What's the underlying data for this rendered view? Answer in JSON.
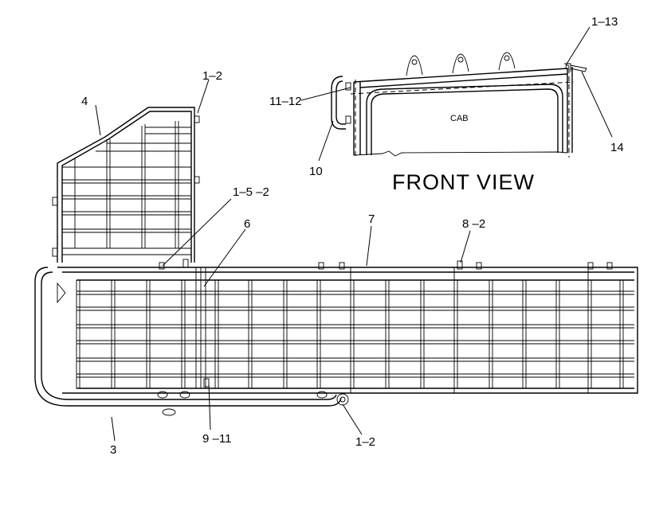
{
  "view_title": "FRONT VIEW",
  "cab_label": "CAB",
  "callouts": {
    "c_1_13": "1–13",
    "c_11_12": "11–12",
    "c_10": "10",
    "c_14": "14",
    "c_1_2_top": "1–2",
    "c_4": "4",
    "c_1_5_2": "1–5 –2",
    "c_6": "6",
    "c_7": "7",
    "c_8_2": "8 –2",
    "c_3": "3",
    "c_9_11": "9 –11",
    "c_1_2_bottom": "1–2"
  }
}
